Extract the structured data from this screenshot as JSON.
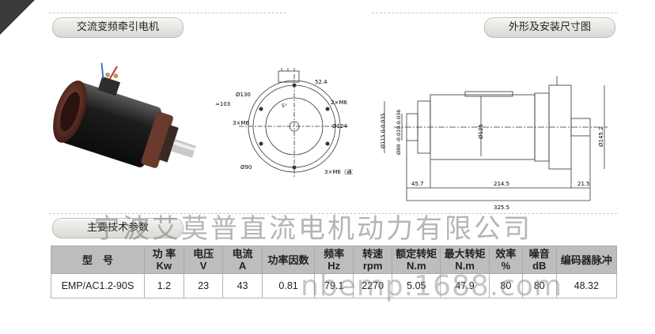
{
  "sections": {
    "product_title": "交流变频牵引电机",
    "dimension_title": "外形及安装尺寸图",
    "params_title": "主要技术参数"
  },
  "drawing_front": {
    "labels": {
      "d130": "Ø130",
      "d124": "Ø124",
      "d90": "Ø90",
      "h103": "≈103",
      "w52": "52.4",
      "m6_2": "2×M6",
      "m6_3a": "3×M6",
      "m6_3b": "3×M6（通）",
      "angle": "5°"
    }
  },
  "drawing_side": {
    "labels": {
      "d115": "Ø115 0-0.035",
      "d80": "Ø80 -0.010-0.036",
      "d125": "Ø125",
      "d145": "Ø145.2",
      "l45": "45.7",
      "l214": "214.5",
      "l21": "21.5",
      "l325": "325.5"
    }
  },
  "table": {
    "headers": [
      [
        "型　号"
      ],
      [
        "功 率",
        "Kw"
      ],
      [
        "电压",
        "V"
      ],
      [
        "电流",
        "A"
      ],
      [
        "功率因数"
      ],
      [
        "频率",
        "Hz"
      ],
      [
        "转速",
        "rpm"
      ],
      [
        "额定转矩",
        "N.m"
      ],
      [
        "最大转矩",
        "N.m"
      ],
      [
        "效率",
        "%"
      ],
      [
        "噪音",
        "dB"
      ],
      [
        "编码器脉冲"
      ]
    ],
    "rows": [
      [
        "EMP/AC1.2-90S",
        "1.2",
        "23",
        "43",
        "0.81",
        "79.1",
        "2270",
        "5.05",
        "47.9",
        "80",
        "80",
        "48.32"
      ]
    ]
  },
  "watermarks": {
    "company": "宁波艾莫普直流电机动力有限公司",
    "url": "nbemp.1688.com"
  }
}
